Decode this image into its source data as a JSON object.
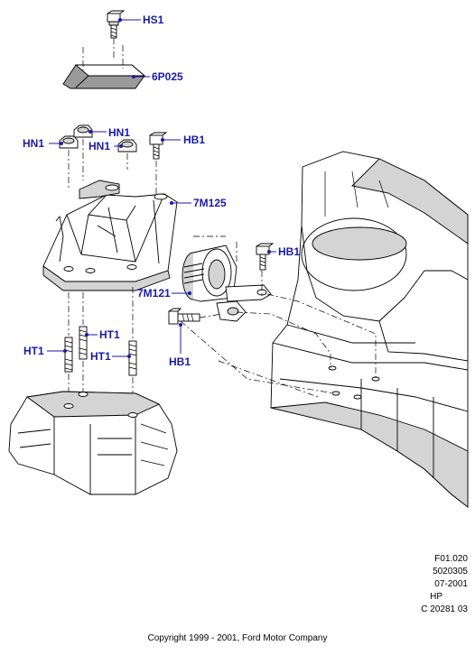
{
  "parts": {
    "hs1": "HS1",
    "p6p025": "6P025",
    "hn1_upper": "HN1",
    "hn1_left": "HN1",
    "hn1_mid": "HN1",
    "hb1_top": "HB1",
    "m7m125": "7M125",
    "hb1_right": "HB1",
    "m7m121": "7M121",
    "hb1_bottom": "HB1",
    "ht1_right": "HT1",
    "ht1_left": "HT1",
    "ht1_mid": "HT1"
  },
  "reference": {
    "line1": "F01.020",
    "line2": "5020305",
    "line3": "07-2001",
    "line4": "HP",
    "line5": "C 20281 03"
  },
  "copyright": "Copyright 1999 - 2001, Ford Motor Company",
  "colors": {
    "label": "#1a1aa8",
    "line": "#000000",
    "shade": "#d4d4d4"
  }
}
